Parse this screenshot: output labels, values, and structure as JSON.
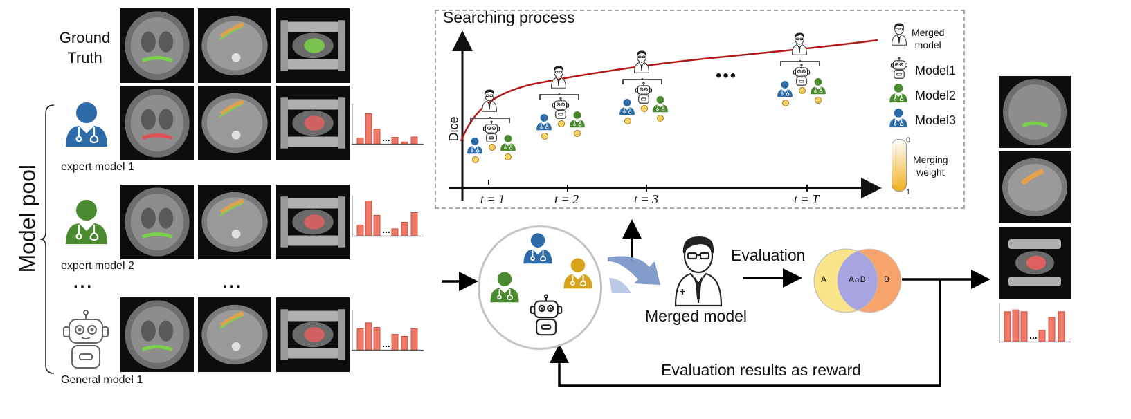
{
  "pool": {
    "title": "Model pool",
    "ground_truth": "Ground\nTruth",
    "rows": [
      {
        "label": "expert model 1"
      },
      {
        "label": "expert model 2"
      },
      {
        "label": "General model 1"
      }
    ],
    "ellipsis": "...",
    "hist_ellipsis": "...",
    "hists": [
      {
        "values": [
          0.15,
          0.78,
          0.38,
          0.17,
          0.05,
          0.18
        ]
      },
      {
        "values": [
          0.28,
          0.9,
          0.53,
          0.18,
          0.35,
          0.6
        ]
      },
      {
        "values": [
          0.55,
          0.7,
          0.58,
          0.4,
          0.35,
          0.55
        ]
      }
    ]
  },
  "search": {
    "title": "Searching process",
    "ylabel": "Dice",
    "ticks": [
      "t = 1",
      "t = 2",
      "t = 3",
      "t = T"
    ],
    "dots": "•••",
    "legend": {
      "merged": "Merged\nmodel",
      "model1": "Model1",
      "model2": "Model2",
      "model3": "Model3",
      "weight": "Merging\nweight",
      "weight_min": "0",
      "weight_max": "1"
    }
  },
  "flow": {
    "merged_label": "Merged model",
    "evaluation": "Evaluation",
    "reward": "Evaluation results as reward",
    "venn": {
      "a": "A",
      "b": "B",
      "ab": "A∩B"
    }
  },
  "output_hist": {
    "values": [
      0.8,
      0.85,
      0.8,
      0.3,
      0.65,
      0.8
    ]
  },
  "colors": {
    "blue": "#2c6aa8",
    "green": "#4b8b2f",
    "orange": "#d8a219",
    "curve": "#b51818",
    "bar": "#f07a6a",
    "venn_a": "#f9e48a",
    "venn_b": "#f7a46c",
    "venn_ab": "#a8a4e2",
    "flow_arrow": "#7b97c9"
  }
}
